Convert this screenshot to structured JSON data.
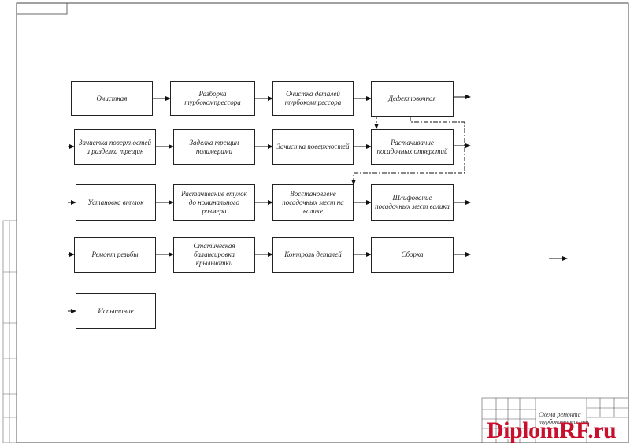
{
  "diagram": {
    "boxes": [
      {
        "id": "b1",
        "label": "Очистная"
      },
      {
        "id": "b2",
        "label": "Разборка турбокомпрессора"
      },
      {
        "id": "b3",
        "label": "Очистка деталей турбокомпрессора"
      },
      {
        "id": "b4",
        "label": "Дефектовочная"
      },
      {
        "id": "b5",
        "label": "Зачистка поверхностей и разделка трещин"
      },
      {
        "id": "b6",
        "label": "Заделка трещин полимерами"
      },
      {
        "id": "b7",
        "label": "Зачистка поверхностей"
      },
      {
        "id": "b8",
        "label": "Растачивание посадочных отверстий"
      },
      {
        "id": "b9",
        "label": "Установка втулок"
      },
      {
        "id": "b10",
        "label": "Растачивание втулок до номинального размера"
      },
      {
        "id": "b11",
        "label": "Восстановлене посадочных мест на валике"
      },
      {
        "id": "b12",
        "label": "Шлифование посадочных мест валика"
      },
      {
        "id": "b13",
        "label": "Ремонт резьбы"
      },
      {
        "id": "b14",
        "label": "Статическая балансировка крыльчатки"
      },
      {
        "id": "b15",
        "label": "Контроль деталей"
      },
      {
        "id": "b16",
        "label": "Сборка"
      },
      {
        "id": "b17",
        "label": "Испытание"
      }
    ]
  },
  "title_block": {
    "title": "Схема ремонта турбокомпрессора"
  },
  "watermark": "DiplomRF.ru"
}
